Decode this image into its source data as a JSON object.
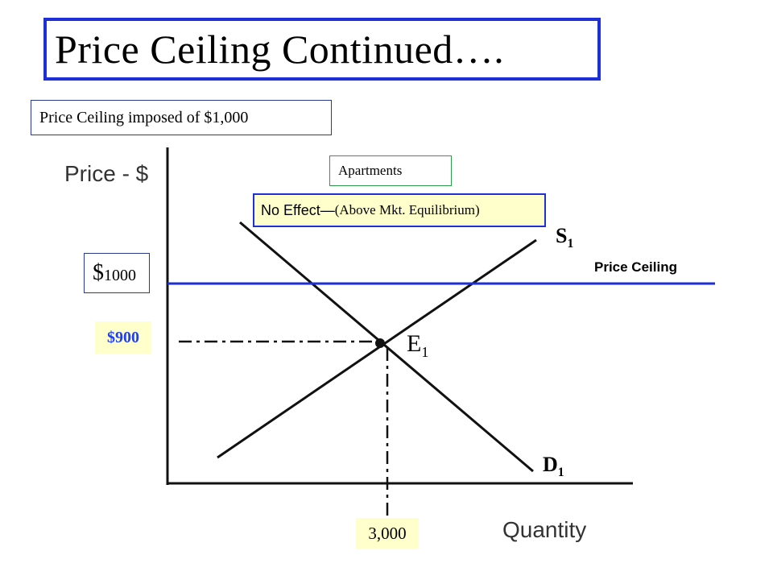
{
  "slide": {
    "title": "Price Ceiling Continued….",
    "note": "Price Ceiling imposed of  $1,000",
    "market_label": "Apartments",
    "effect_main": "No Effect—",
    "effect_detail": "(Above Mkt. Equilibrium)"
  },
  "chart": {
    "axis_y_label": "Price - $",
    "axis_x_label": "Quantity",
    "ceiling_label": "Price Ceiling",
    "ceiling_price_symbol": "$",
    "ceiling_price_value": "1000",
    "equilibrium_price": "$900",
    "equilibrium_quantity": "3,000",
    "supply_label": "S",
    "supply_sub": "1",
    "demand_label": "D",
    "demand_sub": "1",
    "equilibrium_label": "E",
    "equilibrium_sub": "1"
  },
  "colors": {
    "title_border": "#1f2fd6",
    "ceiling_line": "#1f2fd6",
    "highlight": "#ffffcc",
    "equilibrium_price_text": "#1f3ff0"
  }
}
